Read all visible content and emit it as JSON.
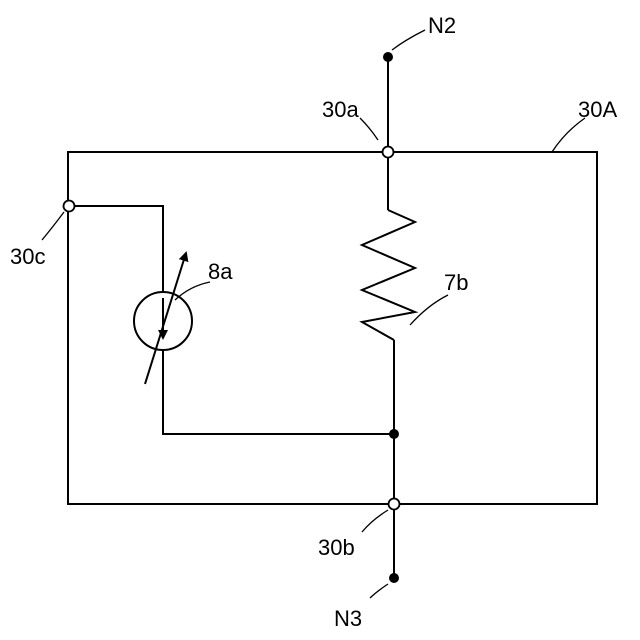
{
  "labels": {
    "node_top": "N2",
    "node_bottom": "N3",
    "terminal_a": "30a",
    "terminal_b": "30b",
    "terminal_c": "30c",
    "module": "30A",
    "current_source": "8a",
    "resistor": "7b"
  },
  "colors": {
    "line": "#000000",
    "background": "#ffffff"
  }
}
